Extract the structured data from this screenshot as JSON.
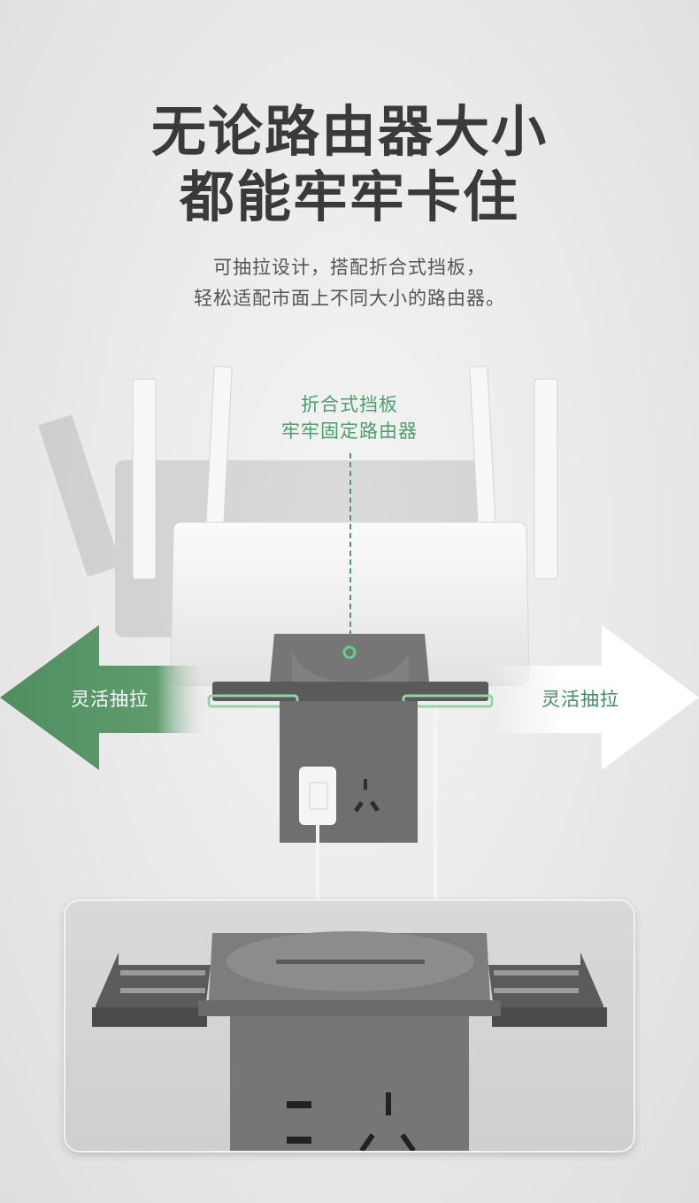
{
  "headline": {
    "line1": "无论路由器大小",
    "line2": "都能牢牢卡住"
  },
  "description": {
    "line1": "可抽拉设计，搭配折合式挡板，",
    "line2": "轻松适配市面上不同大小的路由器。"
  },
  "callout": {
    "line1": "折合式挡板",
    "line2": "牢牢固定路由器"
  },
  "arrows": {
    "left_label": "灵活抽拉",
    "right_label": "灵活抽拉"
  },
  "colors": {
    "accent_green": "#4aa06a",
    "arrow_green": "#4f8e5e",
    "text_dark": "#3a3a3a",
    "shelf_gray": "#6e6e6e"
  }
}
